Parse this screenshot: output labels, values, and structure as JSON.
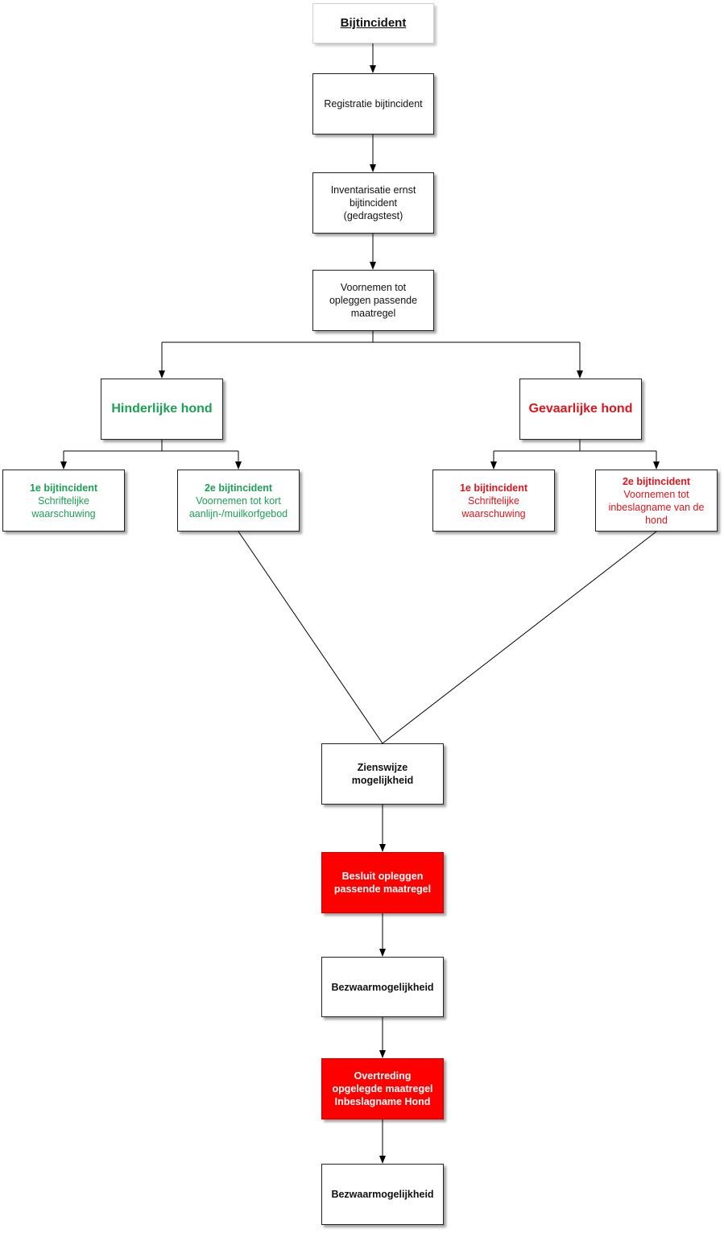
{
  "diagram": {
    "title": "Bijtincident",
    "steps": {
      "registratie": "Registratie bijtincident",
      "inventarisatie": [
        "Inventarisatie ernst",
        "bijtincident",
        "(gedragstest)"
      ],
      "voornemen": [
        "Voornemen tot",
        "opleggen passende",
        "maatregel"
      ]
    },
    "categories": {
      "hinderlijk": "Hinderlijke hond",
      "gevaarlijk": "Gevaarlijke hond"
    },
    "hinderlijk_incidents": {
      "first": {
        "heading": "1e bijtincident",
        "lines": [
          "Schriftelijke",
          "waarschuwing"
        ]
      },
      "second": {
        "heading": "2e bijtincident",
        "lines": [
          "Voornemen tot kort",
          "aanlijn-/muilkorfgebod"
        ]
      }
    },
    "gevaarlijk_incidents": {
      "first": {
        "heading": "1e bijtincident",
        "lines": [
          "Schriftelijke",
          "waarschuwing"
        ]
      },
      "second": {
        "heading": "2e bijtincident",
        "lines": [
          "Voornemen tot",
          "inbeslagname van de",
          "hond"
        ]
      }
    },
    "zienswijze": [
      "Zienswijze",
      "mogelijkheid"
    ],
    "besluit": [
      "Besluit opleggen",
      "passende maatregel"
    ],
    "bezwaar1": "Bezwaarmogelijkheid",
    "overtreding": [
      "Overtreding",
      "opgelegde maatregel",
      "Inbeslagname Hond"
    ],
    "bezwaar2": "Bezwaarmogelijkheid"
  },
  "colors": {
    "hinderlijk": "#1aa153",
    "gevaarlijk": "#e0141b",
    "action_fill": "#ff0000",
    "line": "#000000"
  }
}
